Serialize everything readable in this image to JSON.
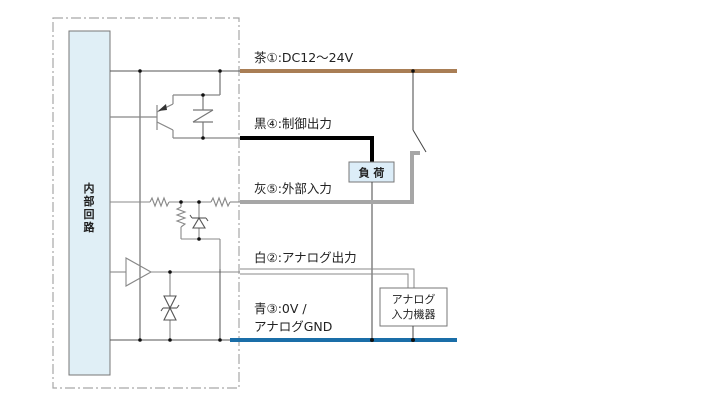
{
  "diagram": {
    "internal_circuit_label": [
      "内",
      "部",
      "回",
      "路"
    ],
    "wires": [
      {
        "id": "brown",
        "label": "茶①:DC12～24V",
        "color": "#a97e55"
      },
      {
        "id": "black",
        "label": "黒④:制御出力",
        "color": "#000000"
      },
      {
        "id": "gray",
        "label": "灰⑤:外部入力",
        "color": "#a6a6a6"
      },
      {
        "id": "white",
        "label": "白②:アナログ出力",
        "color": "#ffffff"
      },
      {
        "id": "blue",
        "label_line1": "青③:0V  /",
        "label_line2": "アナログGND",
        "color": "#1a6ea8"
      }
    ],
    "load_box": {
      "label": "負 荷",
      "fill": "#dcedf8"
    },
    "analog_device_box": {
      "line1": "アナログ",
      "line2": "入力機器"
    },
    "colors": {
      "internal_fill": "#e0eff6",
      "circuit_line": "#a6a6a6",
      "dark_line": "#555555",
      "dash_border": "#a6a6a6"
    }
  }
}
